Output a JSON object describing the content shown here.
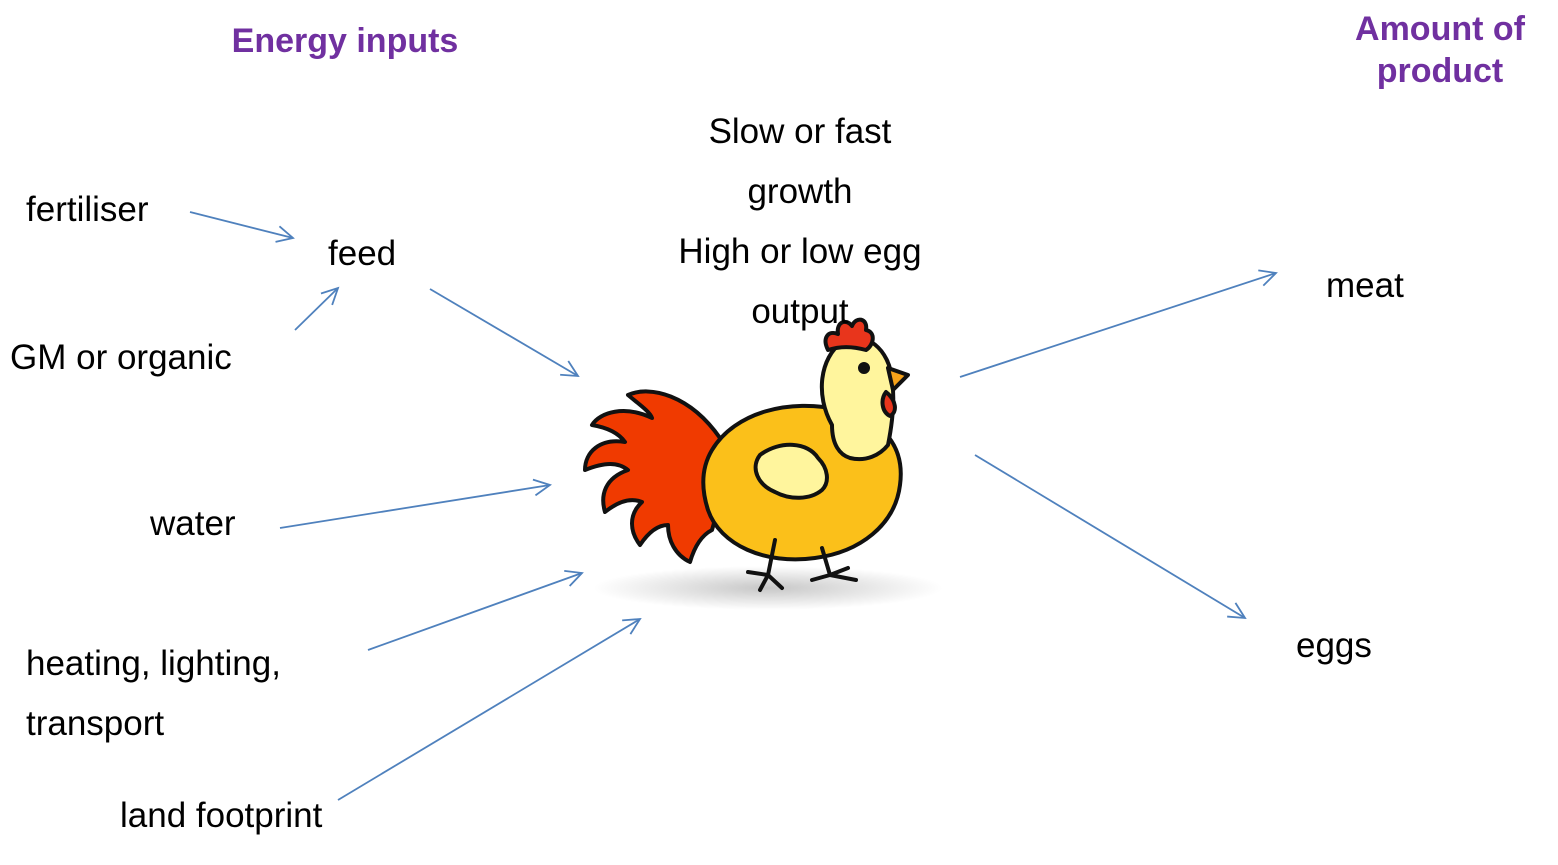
{
  "headings": {
    "inputs": "Energy inputs",
    "product_line1": "Amount of",
    "product_line2": "product"
  },
  "inputs": {
    "fertiliser": "fertiliser",
    "feed": "feed",
    "gm_organic": "GM or organic",
    "water": "water",
    "heating_line1": "heating, lighting,",
    "heating_line2": "transport",
    "land": "land footprint"
  },
  "traits": {
    "line1": "Slow or fast",
    "line2": "growth",
    "line3": "High or low egg",
    "line4": "output"
  },
  "outputs": {
    "meat": "meat",
    "eggs": "eggs"
  },
  "colors": {
    "heading": "#7030a0",
    "arrow": "#4f81bd",
    "tail": "#f03a00",
    "body": "#fbc01a",
    "head": "#fff59d",
    "comb": "#e8351c"
  }
}
